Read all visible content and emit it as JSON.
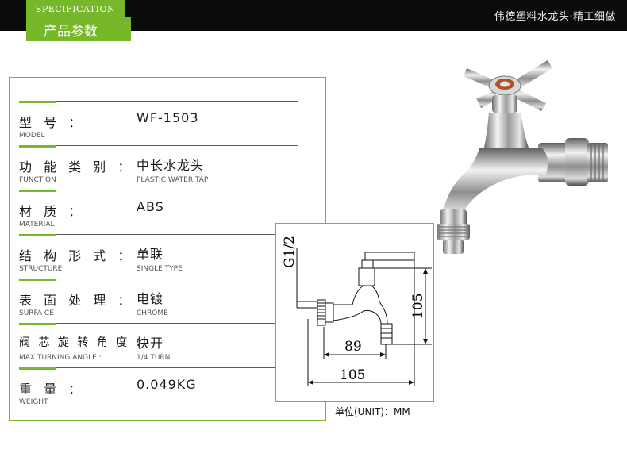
{
  "header": {
    "badge_en": "SPECIFICATION",
    "badge_cn": "产品参数",
    "tagline": "伟德塑料水龙头·精工细做"
  },
  "specs": [
    {
      "label_cn": "型 号 ：",
      "label_en": "MODEL",
      "value": "WF-1503",
      "value_en": ""
    },
    {
      "label_cn": "功 能 类 别 ：",
      "label_en": "FUNCTION",
      "value": "中长水龙头",
      "value_en": "PLASTIC WATER TAP"
    },
    {
      "label_cn": "材 质 ：",
      "label_en": "MATERIAL",
      "value": "ABS",
      "value_en": ""
    },
    {
      "label_cn": "结 构 形 式 ：",
      "label_en": "STRUCTURE",
      "value": "单联",
      "value_en": "SINGLE TYPE"
    },
    {
      "label_cn": "表 面 处 理 ：",
      "label_en": "SURFA CE",
      "value": "电镀",
      "value_en": "CHROME"
    },
    {
      "label_cn": "阀 芯 旋 转 角 度 ：",
      "label_en": "MAX TURNING ANGLE :",
      "value": "快开",
      "value_en": "1/4 TURN"
    },
    {
      "label_cn": "重 量 ：",
      "label_en": "WEIGHT",
      "value": "0.049KG",
      "value_en": ""
    }
  ],
  "drawing": {
    "thread": "G1/2",
    "height": "105",
    "reach": "89",
    "length": "105"
  },
  "unit_label": "单位(UNIT)：MM",
  "colors": {
    "accent": "#76b82a",
    "topbar": "#0b0b0b"
  }
}
